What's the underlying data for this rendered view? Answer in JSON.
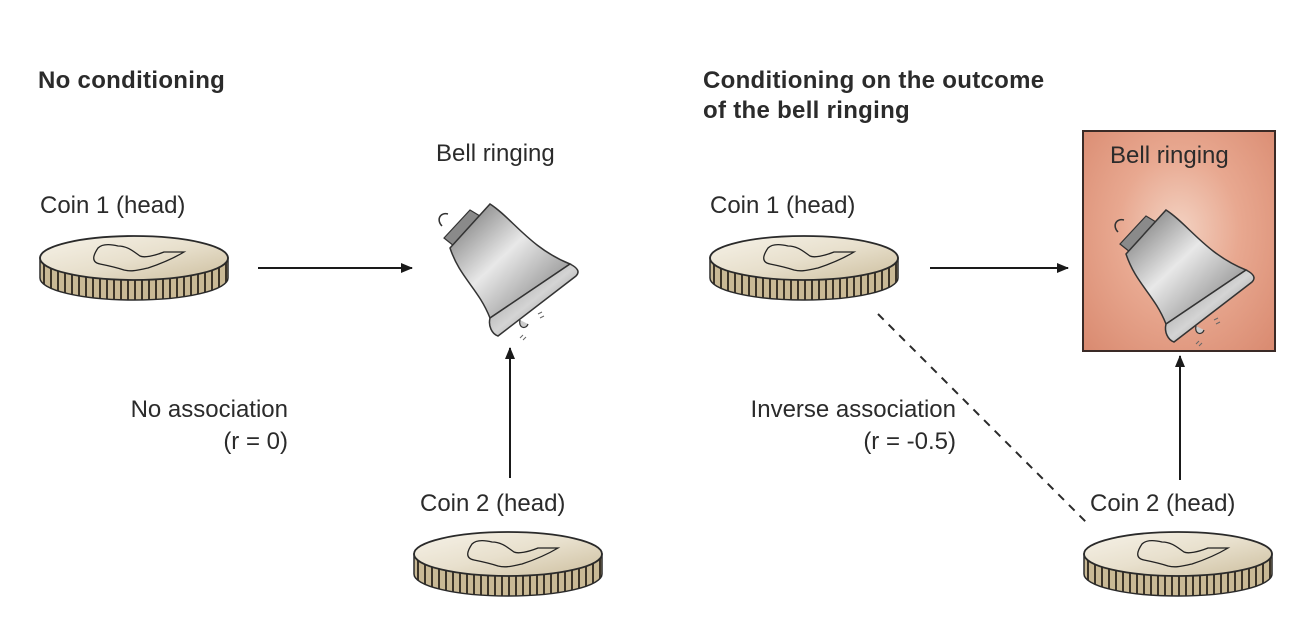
{
  "panels": [
    {
      "id": "no-conditioning",
      "heading": [
        "No conditioning"
      ],
      "coin1_label": "Coin 1 (head)",
      "bell_label": "Bell ringing",
      "coin2_label": "Coin 2 (head)",
      "association_label": "No association",
      "association_value": "(r = 0)",
      "bell_highlighted": false
    },
    {
      "id": "conditioning",
      "heading": [
        "Conditioning on the outcome",
        "of the bell ringing"
      ],
      "coin1_label": "Coin 1 (head)",
      "bell_label": "Bell ringing",
      "coin2_label": "Coin 2 (head)",
      "association_label": "Inverse association",
      "association_value": "(r = -0.5)",
      "bell_highlighted": true
    }
  ],
  "colors": {
    "highlight_box": "#d98a70",
    "arrow": "#1a1a1a",
    "coin_face": "#e4dccb",
    "coin_edge": "#b9ab8a",
    "bell_body": "#a8a8a8"
  }
}
